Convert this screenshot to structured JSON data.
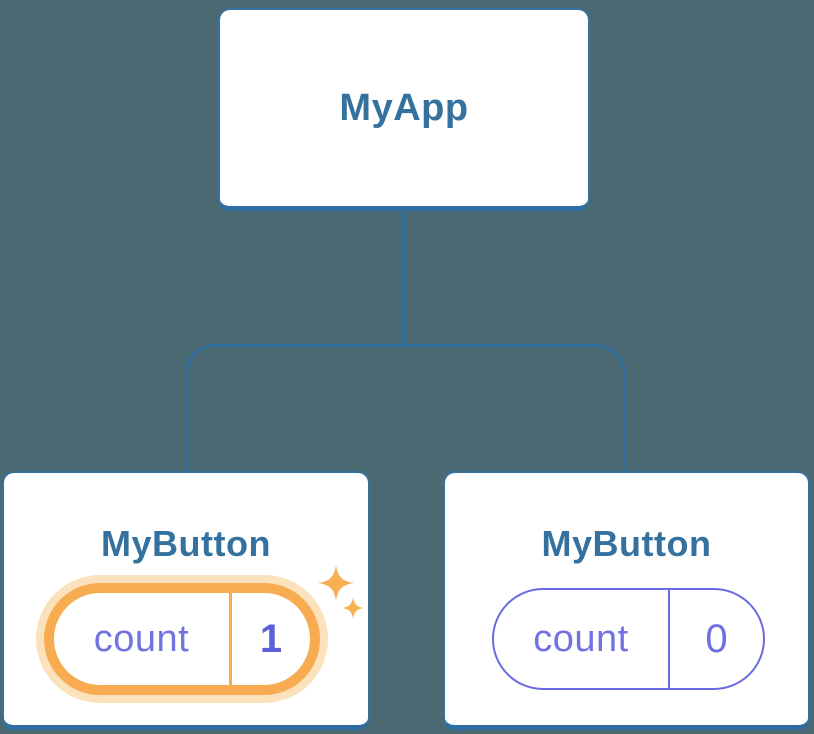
{
  "diagram": {
    "title": "react-component-tree-state-update",
    "root": {
      "label": "MyApp"
    },
    "children": [
      {
        "label": "MyButton",
        "state": {
          "key": "count",
          "value": "1"
        },
        "highlighted": true,
        "sparkles": true
      },
      {
        "label": "MyButton",
        "state": {
          "key": "count",
          "value": "0"
        },
        "highlighted": false,
        "sparkles": false
      }
    ],
    "colors": {
      "background": "#4B6972",
      "node_fill": "#FFFFFF",
      "node_border": "#36719E",
      "node_text": "#35719E",
      "connector": "#2F6E9E",
      "state_border": "#6B6BE1",
      "state_text": "#7273E2",
      "state_value_bold": "#5B5FD9",
      "highlight_orange": "#F7AC52",
      "highlight_glow": "#FBE2BC",
      "sparkle": "#F7B053"
    }
  }
}
